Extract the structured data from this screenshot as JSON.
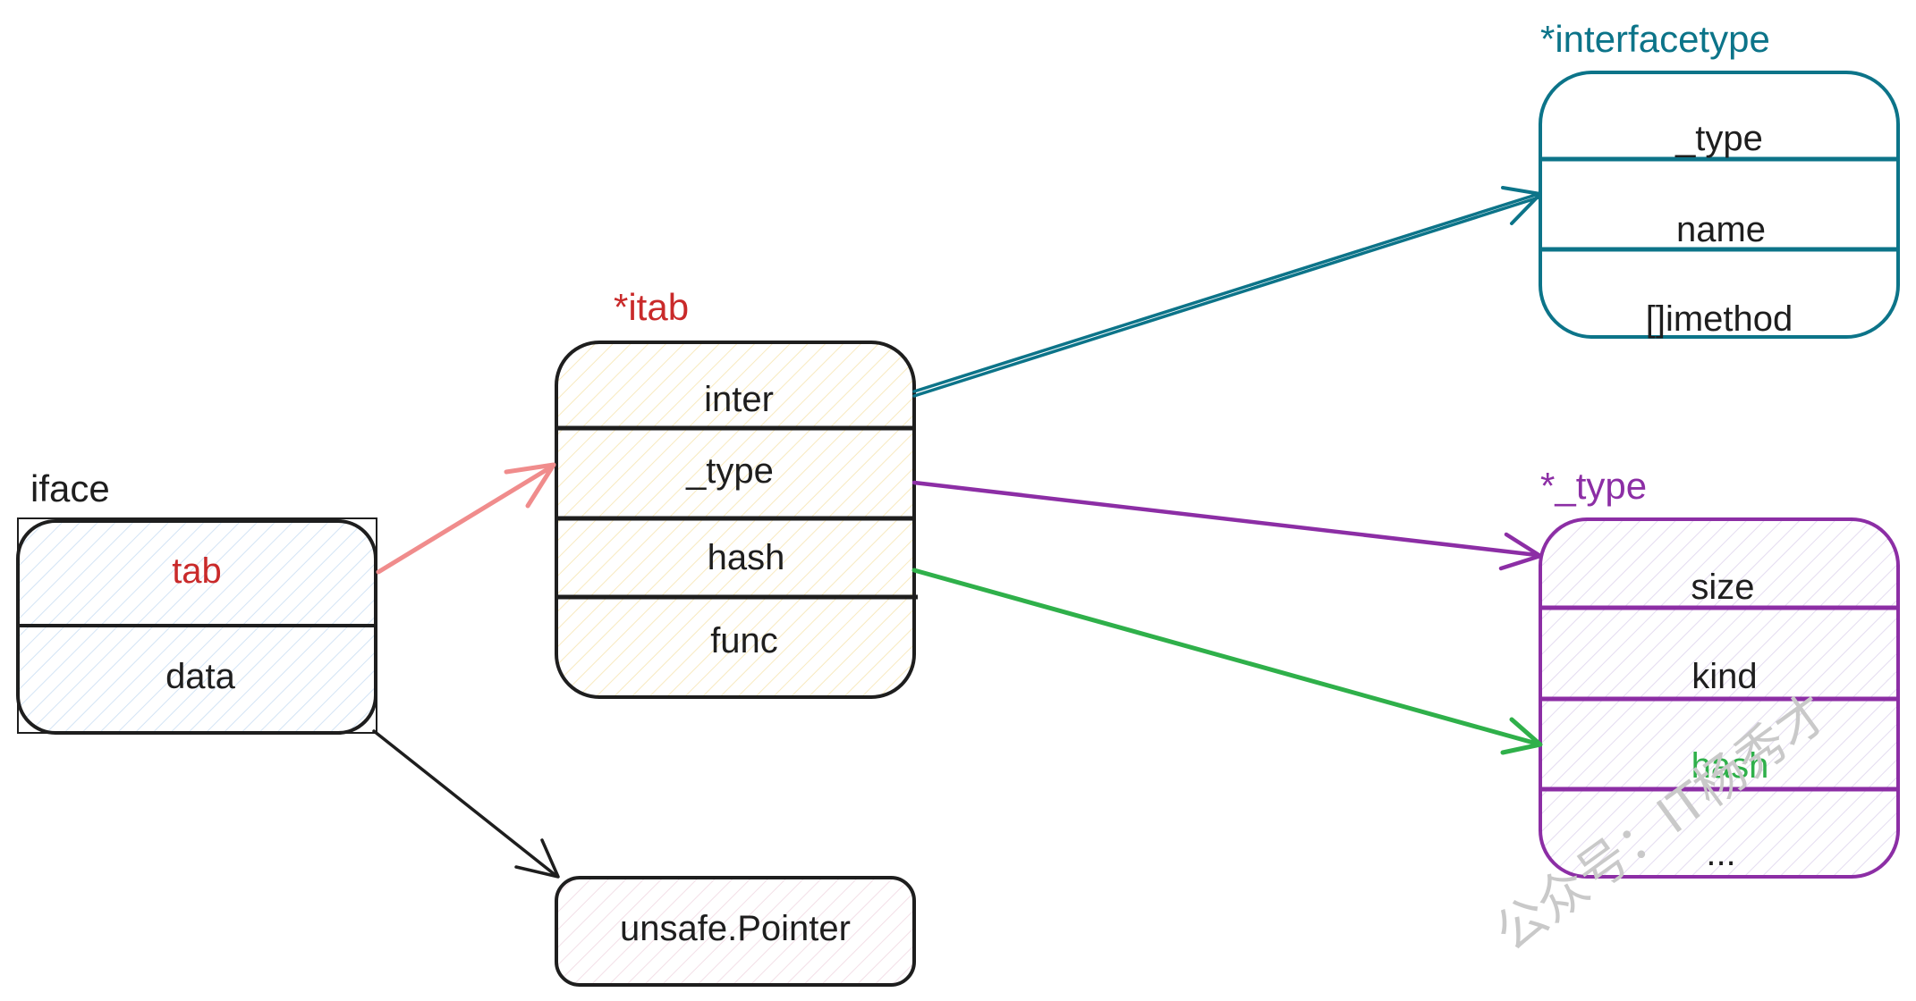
{
  "colors": {
    "black": "#1e1e1e",
    "red": "#c92a2a",
    "salmon": "#f08c8c",
    "teal": "#0c7489",
    "purple": "#8c2ea5",
    "green": "#2fb04a",
    "fill_blue": "#e7f1fb",
    "fill_yellow": "#fdf6dc",
    "fill_purple": "#f1ecf8",
    "fill_pink": "#fbf0f4"
  },
  "iface": {
    "title": "iface",
    "fields": [
      "tab",
      "data"
    ]
  },
  "itab": {
    "title": "*itab",
    "fields": [
      "inter",
      "_type",
      "hash",
      "func"
    ]
  },
  "interfacetype": {
    "title": "*interfacetype",
    "fields": [
      "_type",
      "name",
      "[]imethod"
    ]
  },
  "type": {
    "title": "*_type",
    "fields": [
      "size",
      "kind",
      "hash",
      "..."
    ]
  },
  "unsafe": {
    "label": "unsafe.Pointer"
  },
  "watermark": "公众号：IT杨秀才"
}
